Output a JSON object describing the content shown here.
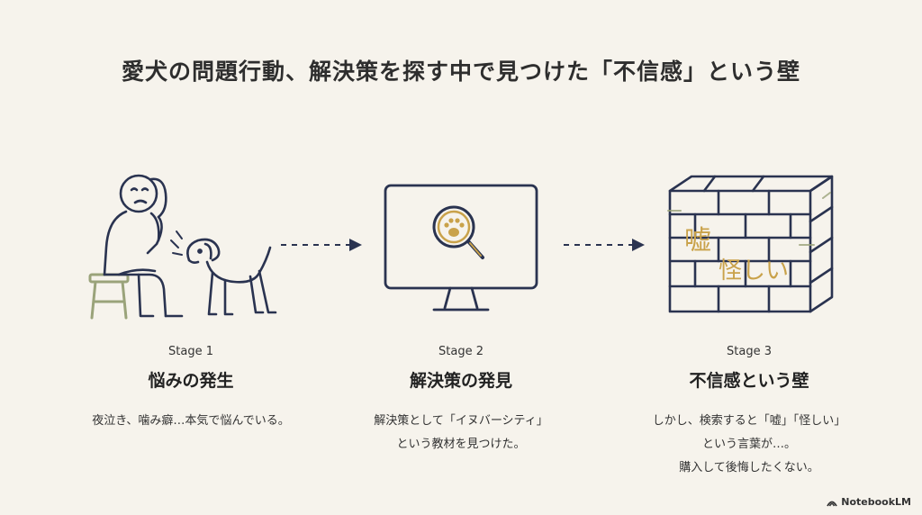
{
  "title": "愛犬の問題行動、解決策を探す中で見つけた「不信感」という壁",
  "stages": [
    {
      "label": "Stage 1",
      "heading": "悩みの発生",
      "desc": [
        "夜泣き、噛み癖…本気で悩んでいる。"
      ]
    },
    {
      "label": "Stage 2",
      "heading": "解決策の発見",
      "desc": [
        "解決策として「イヌバーシティ」",
        "という教材を見つけた。"
      ]
    },
    {
      "label": "Stage 3",
      "heading": "不信感という壁",
      "desc": [
        "しかし、検索すると「嘘」「怪しい」",
        "という言葉が…。",
        "購入して後悔したくない。"
      ],
      "wall_words": [
        "嘘",
        "怪しい"
      ]
    }
  ],
  "logo": "NotebookLM",
  "colors": {
    "ink": "#2a3350",
    "accent": "#c9a24a",
    "sage": "#9aa37a",
    "background": "#f6f3ec"
  }
}
